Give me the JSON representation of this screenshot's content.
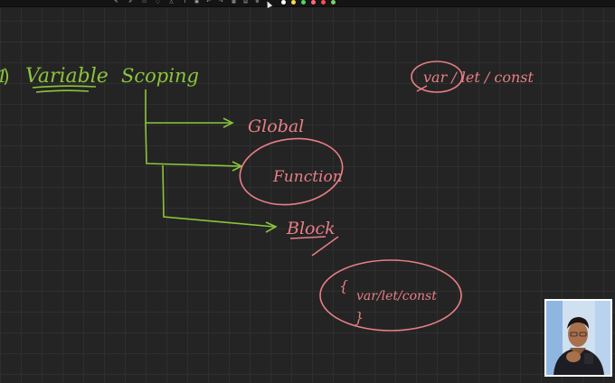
{
  "toolbar": {
    "tools": [
      "pen-icon",
      "highlighter-icon",
      "eraser-icon",
      "lasso-icon",
      "shapes-icon",
      "text-icon",
      "image-icon",
      "undo-icon",
      "redo-icon",
      "grid-icon",
      "clear-icon",
      "settings-icon"
    ],
    "ink_colors": [
      "#ffffff",
      "#f0e040",
      "#4cd964",
      "#ff6b81",
      "#ff4d4d",
      "#7bd06a"
    ]
  },
  "notes": {
    "number": "1",
    "heading_word1": "Variable",
    "heading_word2": "Scoping",
    "branch_global": "Global",
    "branch_function": "Function",
    "branch_block": "Block",
    "keywords": "var / let / const",
    "braces_open": "{",
    "braces_close": "}",
    "block_keywords": "var/let/const"
  },
  "colors": {
    "board": "#242424",
    "grid": "#2f2f2f",
    "green_ink": "#8cc43c",
    "pink_ink": "#e87f86"
  }
}
